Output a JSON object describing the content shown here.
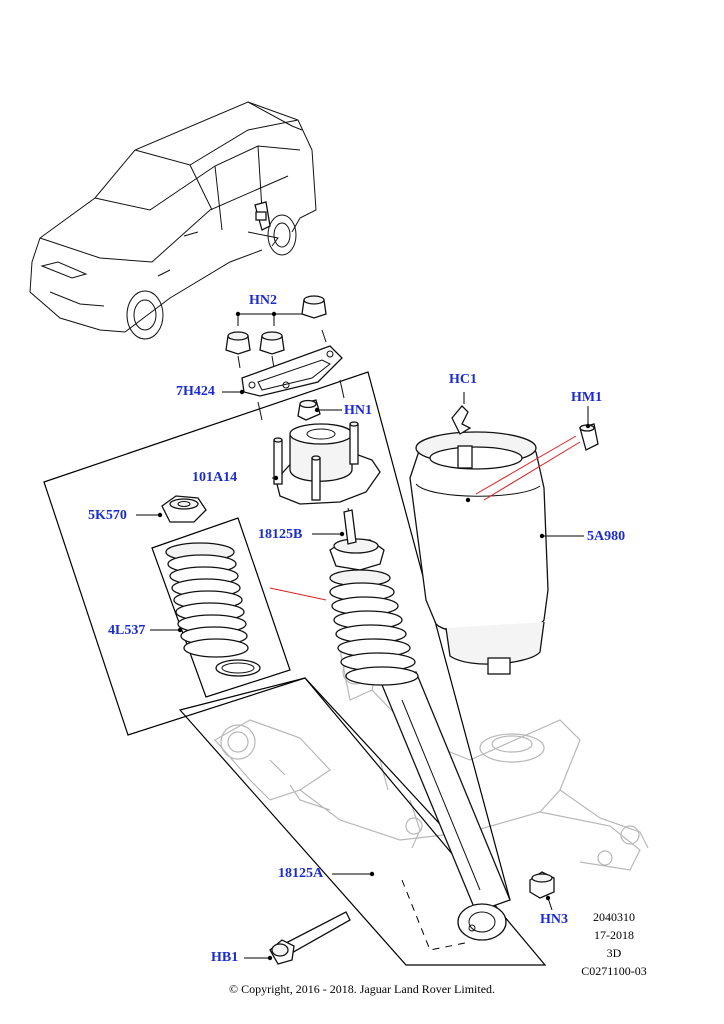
{
  "callouts": {
    "hn2": "HN2",
    "h7h424": "7H424",
    "hn1": "HN1",
    "a101a14": "101A14",
    "k5k570": "5K570",
    "b18125b": "18125B",
    "l4l537": "4L537",
    "hc1": "HC1",
    "hm1": "HM1",
    "a5a980": "5A980",
    "a18125a": "18125A",
    "hn3": "HN3",
    "hb1": "HB1"
  },
  "meta": {
    "code1": "2040310",
    "date": "17-2018",
    "view": "3D",
    "ref": "C0271100-03"
  },
  "copyright": "© Copyright, 2016 - 2018. Jaguar Land Rover Limited.",
  "colors": {
    "callout": "#1a2bd6",
    "highlight": "#e02020"
  }
}
